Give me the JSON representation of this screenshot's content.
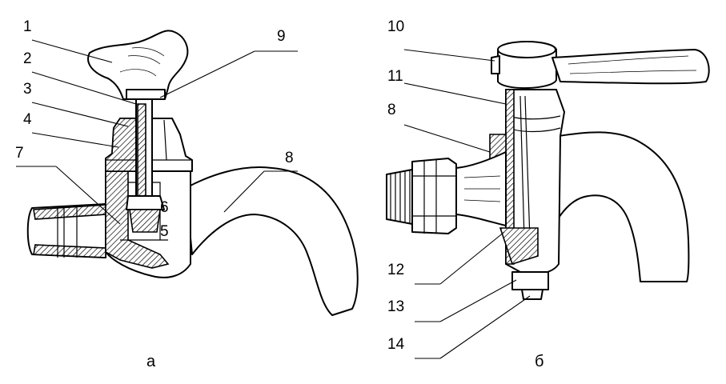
{
  "figure_a": {
    "caption": "а",
    "labels": [
      "1",
      "2",
      "3",
      "4",
      "7",
      "9",
      "8",
      "6",
      "5"
    ]
  },
  "figure_b": {
    "caption": "б",
    "labels": [
      "10",
      "11",
      "8",
      "12",
      "13",
      "14"
    ]
  }
}
